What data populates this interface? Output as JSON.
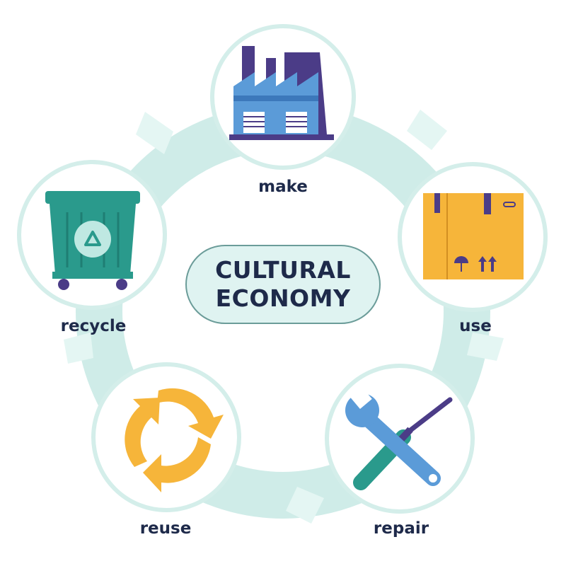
{
  "title_lines": [
    "CULTURAL",
    "ECONOMY"
  ],
  "nodes": [
    {
      "label": "make",
      "icon": "factory-icon"
    },
    {
      "label": "use",
      "icon": "cardboard-box-icon"
    },
    {
      "label": "repair",
      "icon": "wrench-screwdriver-icon"
    },
    {
      "label": "reuse",
      "icon": "circular-arrows-icon"
    },
    {
      "label": "recycle",
      "icon": "recycling-bin-icon"
    }
  ],
  "colors": {
    "ring": "#cfece8",
    "circle_border": "#d4eeea",
    "text": "#1e2a4a",
    "pill_fill": "#dff3f1",
    "pill_border": "#6b9c99",
    "factory_blue": "#5b9bd8",
    "factory_purple": "#4b3c87",
    "box_orange": "#f6b53a",
    "bin_green": "#2a9a8c",
    "arrows_yellow": "#f6b53a"
  }
}
